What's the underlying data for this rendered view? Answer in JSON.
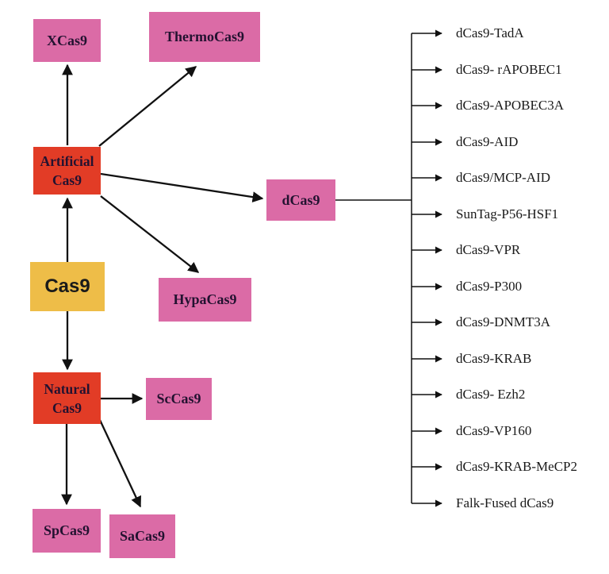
{
  "figure": {
    "description": "Cas9 variants classification diagram"
  },
  "colors": {
    "pink": "#db6ba6",
    "red": "#e23c26",
    "yellow": "#eebd48",
    "text_dark": "#231230",
    "line": "#111111"
  },
  "nodes": {
    "cas9": "Cas9",
    "artificial": "Artificial Cas9",
    "natural": "Natural Cas9",
    "xcas9": "XCas9",
    "thermocas9": "ThermoCas9",
    "hypacas9": "HypaCas9",
    "dcas9": "dCas9",
    "sccas9": "ScCas9",
    "spcas9": "SpCas9",
    "sacas9": "SaCas9"
  },
  "dcas9_fusions": [
    "dCas9-TadA",
    "dCas9- rAPOBEC1",
    "dCas9-APOBEC3A",
    "dCas9-AID",
    "dCas9/MCP-AID",
    "SunTag-P56-HSF1",
    "dCas9-VPR",
    "dCas9-P300",
    "dCas9-DNMT3A",
    "dCas9-KRAB",
    "dCas9- Ezh2",
    "dCas9-VP160",
    "dCas9-KRAB-MeCP2",
    "Falk-Fused dCas9"
  ]
}
